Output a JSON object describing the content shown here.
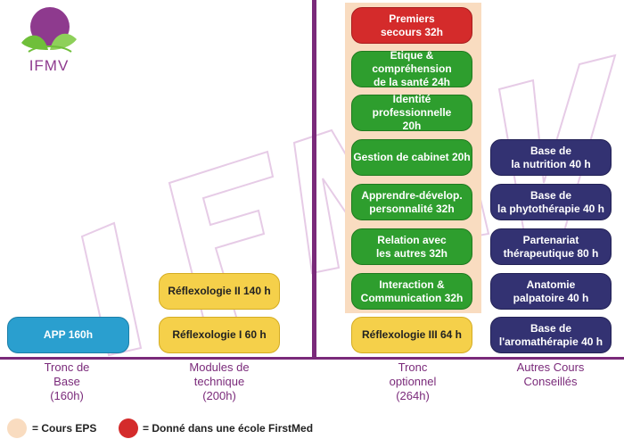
{
  "logo": {
    "text": "IFMV"
  },
  "watermark": "IFMV",
  "columns": [
    {
      "id": "tronc-base",
      "label": "Tronc de\nBase\n(160h)"
    },
    {
      "id": "modules-technique",
      "label": "Modules de\ntechnique\n(200h)"
    },
    {
      "id": "tronc-optionnel",
      "label": "Tronc\noptionnel\n(264h)"
    },
    {
      "id": "autres-cours",
      "label": "Autres Cours\nConseillés"
    }
  ],
  "boxes": {
    "app": "APP 160h",
    "reflexo1": "Réflexologie I 60 h",
    "reflexo2": "Réflexologie II 140 h",
    "reflexo3": "Réflexologie III 64 h",
    "secours": "Premiers\nsecours 32h",
    "etique": "Etique & compréhension\nde la santé 24h",
    "identite": "Identité professionnelle\n20h",
    "gestion": "Gestion de cabinet 20h",
    "apprendre": "Apprendre-dévelop.\npersonnalité 32h",
    "relation": "Relation avec\nles autres 32h",
    "interaction": "Interaction &\nCommunication 32h",
    "nutrition": "Base de\nla nutrition 40 h",
    "phyto": "Base de\nla phytothérapie 40 h",
    "partenariat": "Partenariat\nthérapeutique 80 h",
    "anatomie": "Anatomie\npalpatoire 40 h",
    "aroma": "Base de\nl'aromathérapie 40 h"
  },
  "legend": [
    {
      "label": "= Cours EPS",
      "color": "#f9dcc0"
    },
    {
      "label": "= Donné dans une école FirstMed",
      "color": "#d42b2b"
    }
  ],
  "colors": {
    "purple": "#7a2a7a",
    "eps_background": "#f9dcc0",
    "green": "#2e9e2e",
    "red": "#d42b2b",
    "yellow": "#f5d04a",
    "blue": "#2a9fcf",
    "navy": "#333272"
  }
}
